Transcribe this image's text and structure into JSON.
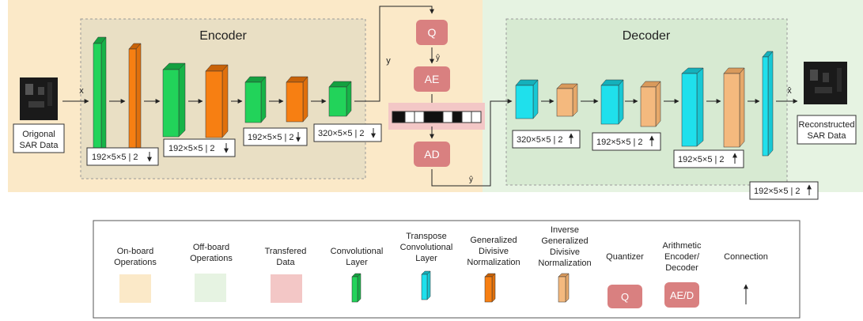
{
  "colors": {
    "onboard_bg": "#fbe9c8",
    "offboard_bg": "#e6f3e2",
    "transfer_bg": "#f3c7c6",
    "encoder_box": "#e9dfc4",
    "decoder_box": "#d7ead2",
    "conv": "#22d35a",
    "tconv": "#1fe0ec",
    "gdn": "#f77f12",
    "igdn": "#f4b97e",
    "qbox": "#d98080"
  },
  "encoder": {
    "title": "Encoder",
    "labels": [
      "192×5×5 | 2",
      "192×5×5 | 2",
      "192×5×5 | 2",
      "320×5×5 | 2"
    ]
  },
  "decoder": {
    "title": "Decoder",
    "labels": [
      "320×5×5 | 2",
      "192×5×5 | 2",
      "192×5×5 | 2",
      "192×5×5 | 2"
    ]
  },
  "input": {
    "label_line1": "Origonal",
    "label_line2": "SAR Data",
    "var": "x"
  },
  "output": {
    "label_line1": "Reconstructed",
    "label_line2": "SAR Data",
    "var": "x̂"
  },
  "middle": {
    "y_var": "y",
    "yhat_var": "ŷ",
    "yhat_bottom": "ŷ",
    "q": "Q",
    "ae": "AE",
    "ad": "AD"
  },
  "legend": {
    "onboard": [
      "On-board",
      "Operations"
    ],
    "offboard": [
      "Off-board",
      "Operations"
    ],
    "transfer": [
      "Transfered",
      "Data"
    ],
    "conv": [
      "Convolutional",
      "Layer"
    ],
    "tconv": [
      "Transpose",
      "Convolutional",
      "Layer"
    ],
    "gdn": [
      "Generalized",
      "Divisive",
      "Normalization"
    ],
    "igdn": [
      "Inverse",
      "Generalized",
      "Divisive",
      "Normalization"
    ],
    "quant": [
      "Quantizer"
    ],
    "aed": [
      "Arithmetic",
      "Encoder/",
      "Decoder"
    ],
    "conn": [
      "Connection"
    ],
    "q_symbol": "Q",
    "aed_symbol": "AE/D"
  }
}
